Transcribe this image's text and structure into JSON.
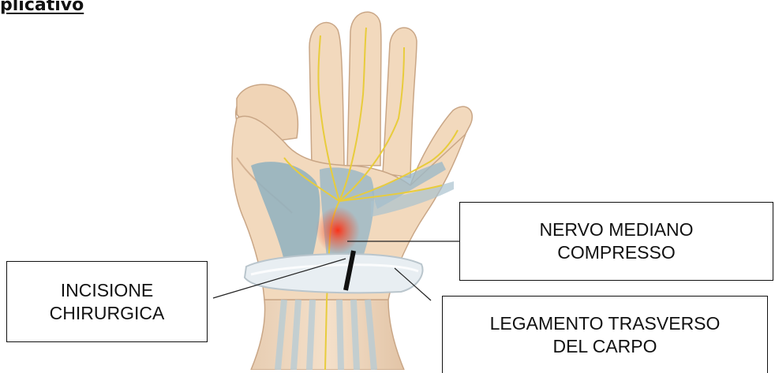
{
  "title": "plicativo",
  "labels": {
    "nerve": {
      "line1": "NERVO MEDIANO",
      "line2": "COMPRESSO"
    },
    "incision": {
      "line1": "INCISIONE",
      "line2": "CHIRURGICA"
    },
    "ligament": {
      "line1": "LEGAMENTO TRASVERSO",
      "line2": "DEL CARPO"
    }
  },
  "colors": {
    "skin": "#f2d9bd",
    "skin_shade": "#e3bf9c",
    "tendon": "#8fb0c0",
    "nerve": "#e8cc3c",
    "compression": "#e8321e",
    "ligament": "#e8eef2",
    "incision": "#111111"
  }
}
